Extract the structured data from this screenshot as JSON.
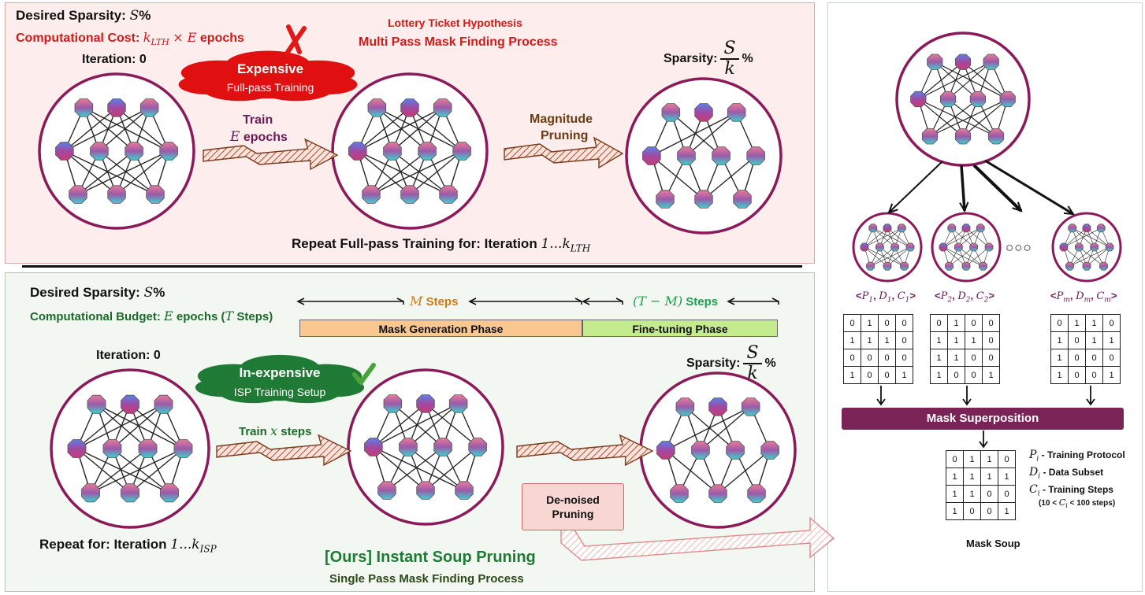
{
  "top": {
    "desired_sparsity": "Desired Sparsity:",
    "sparsity_sym": "S",
    "pct": "%",
    "cost_label": "Computational Cost:",
    "cost_expr": "k",
    "cost_sub": "LTH",
    "cost_tail": "× E",
    "cost_unit": "epochs",
    "lth_title": "Lottery Ticket Hypothesis",
    "multi_pass": "Multi Pass Mask Finding Process",
    "iteration0": "Iteration: 0",
    "expensive": "Expensive",
    "full_pass": "Full-pass Training",
    "train": "Train",
    "train_e": "E",
    "train_unit": "epochs",
    "magnitude": "Magnitude",
    "pruning": "Pruning",
    "sparsity_label": "Sparsity:",
    "frac_num": "S",
    "frac_den": "k",
    "repeat_text": "Repeat Full-pass Training for: Iteration",
    "repeat_range": "1...k",
    "repeat_sub": "LTH"
  },
  "bottom": {
    "desired_sparsity": "Desired Sparsity:",
    "sparsity_sym": "S",
    "pct": "%",
    "budget_label": "Computational Budget:",
    "budget_e": "E",
    "budget_mid": "epochs (",
    "budget_t": "T",
    "budget_end": "Steps)",
    "m_steps_sym": "M",
    "m_steps": "Steps",
    "tm_steps_sym": "(T − M)",
    "tm_steps": "Steps",
    "mask_gen_phase": "Mask Generation Phase",
    "finetune_phase": "Fine-tuning Phase",
    "iteration0": "Iteration: 0",
    "inexpensive": "In-expensive",
    "isp_setup": "ISP Training Setup",
    "train_x": "Train",
    "train_x_sym": "x",
    "train_x_unit": "steps",
    "sparsity_label": "Sparsity:",
    "frac_num": "S",
    "frac_den": "k",
    "denoised": "De-noised\nPruning",
    "repeat_text": "Repeat for: Iteration",
    "repeat_range": "1...k",
    "repeat_sub": "ISP",
    "ours_title": "[Ours] Instant Soup Pruning",
    "single_pass": "Single Pass Mask Finding Process"
  },
  "right": {
    "dots": "○○○",
    "configs": [
      {
        "p": "P",
        "d": "D",
        "c": "C",
        "sub": "1"
      },
      {
        "p": "P",
        "d": "D",
        "c": "C",
        "sub": "2"
      },
      {
        "p": "P",
        "d": "D",
        "c": "C",
        "sub": "m"
      }
    ],
    "masks": [
      [
        [
          "0",
          "1",
          "0",
          "0"
        ],
        [
          "1",
          "1",
          "1",
          "0"
        ],
        [
          "0",
          "0",
          "0",
          "0"
        ],
        [
          "1",
          "0",
          "0",
          "1"
        ]
      ],
      [
        [
          "0",
          "1",
          "0",
          "0"
        ],
        [
          "1",
          "1",
          "1",
          "0"
        ],
        [
          "1",
          "1",
          "0",
          "0"
        ],
        [
          "1",
          "0",
          "0",
          "1"
        ]
      ],
      [
        [
          "0",
          "1",
          "1",
          "0"
        ],
        [
          "1",
          "0",
          "1",
          "1"
        ],
        [
          "1",
          "0",
          "0",
          "0"
        ],
        [
          "1",
          "0",
          "0",
          "1"
        ]
      ]
    ],
    "mask_superposition": "Mask Superposition",
    "soup_mask": [
      [
        "0",
        "1",
        "1",
        "0"
      ],
      [
        "1",
        "1",
        "1",
        "1"
      ],
      [
        "1",
        "1",
        "0",
        "0"
      ],
      [
        "1",
        "0",
        "0",
        "1"
      ]
    ],
    "legend_p": "P",
    "legend_p_sub": "i",
    "legend_p_text": "- Training Protocol",
    "legend_d": "D",
    "legend_d_sub": "i",
    "legend_d_text": "- Data Subset",
    "legend_c": "C",
    "legend_c_sub": "i",
    "legend_c_text": "- Training Steps",
    "legend_range_a": "(10 <",
    "legend_range_c": "C",
    "legend_range_sub": "i",
    "legend_range_b": "< 100 steps)",
    "mask_soup": "Mask Soup"
  },
  "colors": {
    "ring": "#8b1a5a",
    "red": "#d11a1a",
    "green": "#1b6a2a",
    "cloud_red": "#e01010",
    "cloud_green": "#1f7a35",
    "phase_orange": "#f9c78f",
    "phase_green": "#c4ec8e",
    "superposition": "#7a2357"
  },
  "icons": [
    "cross-mark-icon",
    "check-mark-icon",
    "neural-network-icon",
    "arrow-right-icon"
  ]
}
